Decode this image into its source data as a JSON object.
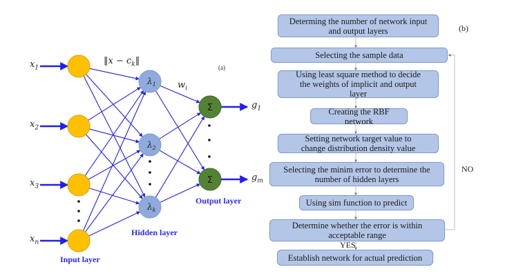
{
  "panel_a": {
    "tag": "(a)",
    "distance_label": "‖x − c",
    "distance_sub": "k",
    "distance_close": "‖",
    "weight_label": "w",
    "weight_sub": "i",
    "inputs": [
      {
        "name": "x",
        "sub": "1"
      },
      {
        "name": "x",
        "sub": "2"
      },
      {
        "name": "x",
        "sub": "3"
      },
      {
        "name": "x",
        "sub": "n"
      }
    ],
    "hidden": [
      {
        "name": "λ",
        "sub": "1"
      },
      {
        "name": "λ",
        "sub": "2"
      },
      {
        "name": "λ",
        "sub": "k"
      }
    ],
    "outputs": [
      {
        "symbol": "Σ",
        "label": "g",
        "sub": "1"
      },
      {
        "symbol": "Σ",
        "label": "g",
        "sub": "m"
      }
    ],
    "layer_labels": {
      "input": "Input layer",
      "hidden": "Hidden layer",
      "output": "Output layer"
    },
    "colors": {
      "input_node": "#ffc000",
      "input_stroke": "#d9a100",
      "hidden_node": "#8faadc",
      "hidden_stroke": "#7f9acb",
      "output_node": "#548235",
      "output_stroke": "#3f6427",
      "edges": "#2020f0",
      "layer_text": "#2a2af0"
    }
  },
  "panel_b": {
    "tag": "(b)",
    "steps": [
      "Determing the number of network input and output layers",
      "Selecting the sample data",
      "Using least square method to decide the weights of implicit and output layer",
      "Creating the RBF network",
      "Setting network target value to change distribution density value",
      "Selecting the minim error to determine the number of hidden layers",
      "Using sim function to predict",
      "Determine whether the error is within acceptable range",
      "Establish network for actual prediction"
    ],
    "yes_label": "YES",
    "no_label": "NO",
    "colors": {
      "box_fill": "#b4c6e7",
      "box_border": "#7f9acb",
      "connector": "#bfbfbf"
    }
  }
}
